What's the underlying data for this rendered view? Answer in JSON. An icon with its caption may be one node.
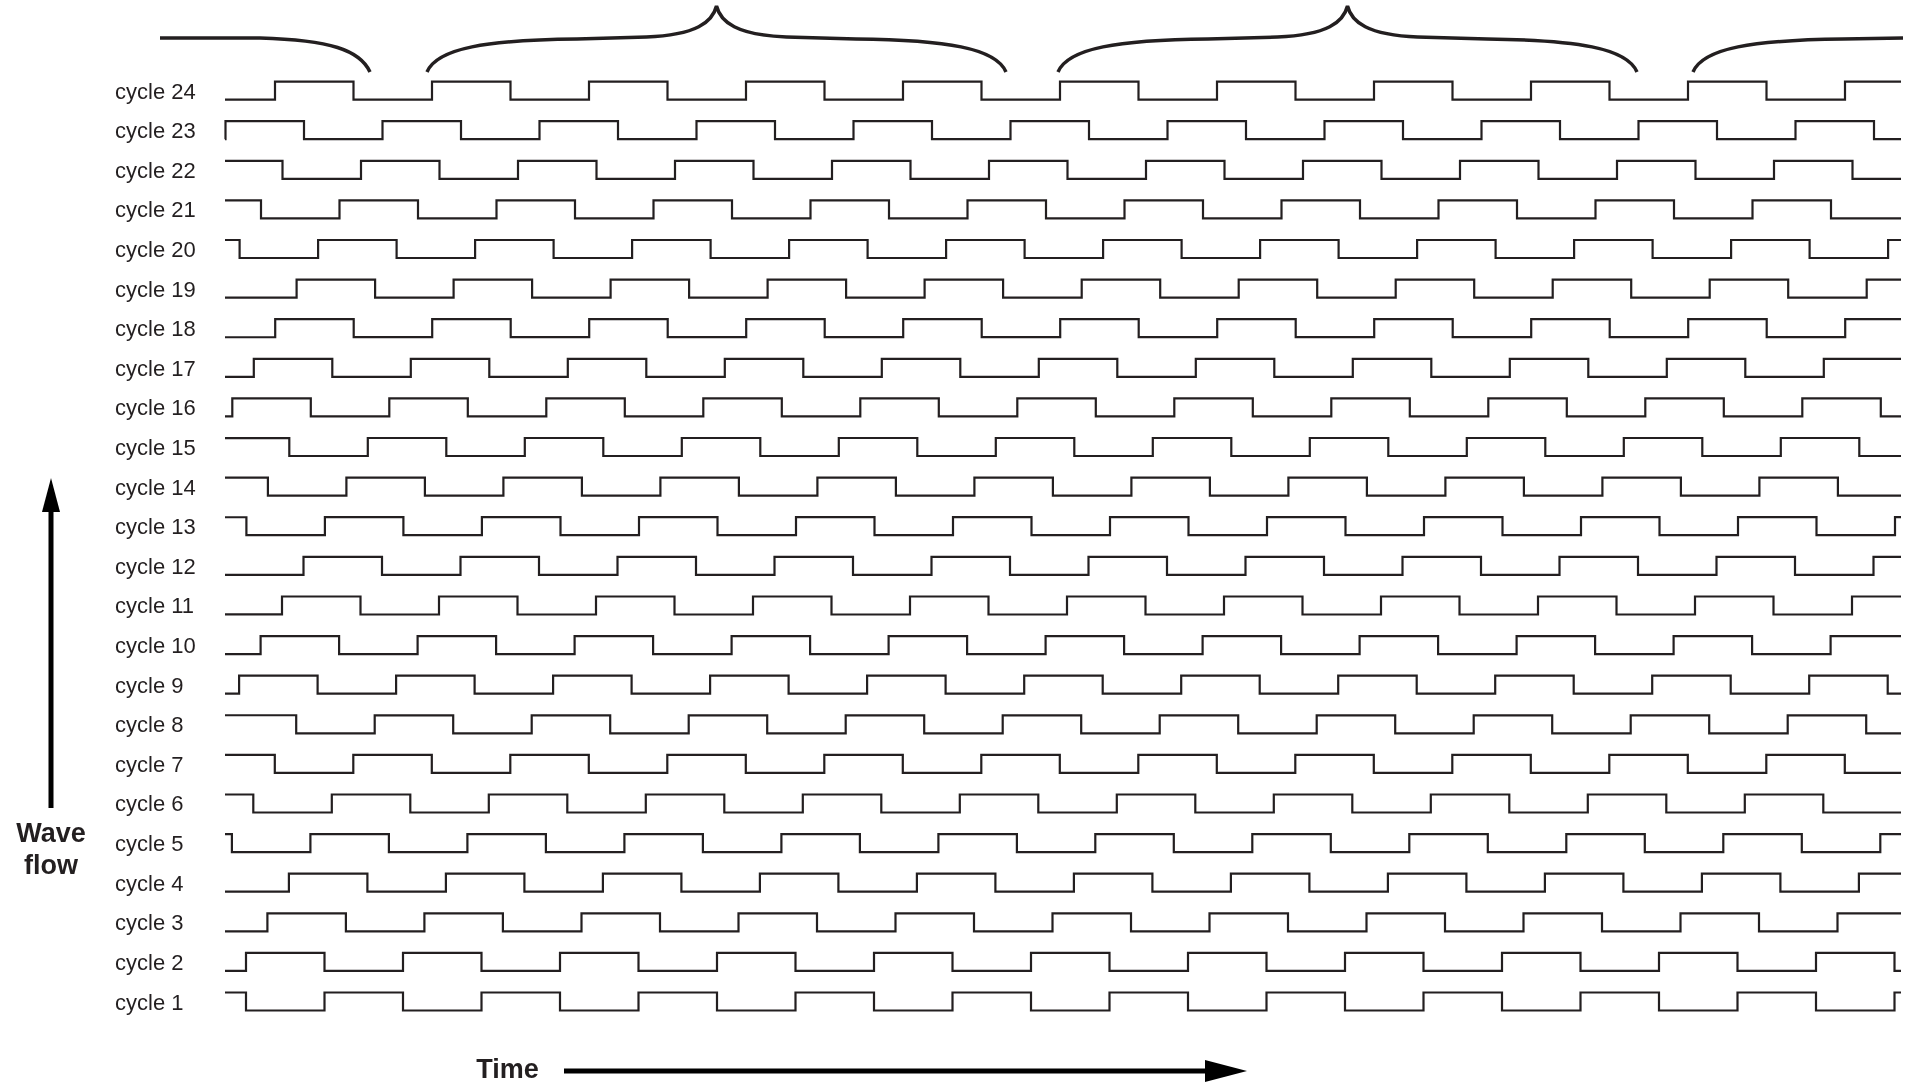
{
  "diagram": {
    "labels": [
      "cycle 24",
      "cycle 23",
      "cycle 22",
      "cycle 21",
      "cycle 20",
      "cycle 19",
      "cycle 18",
      "cycle 17",
      "cycle 16",
      "cycle 15",
      "cycle 14",
      "cycle 13",
      "cycle 12",
      "cycle 11",
      "cycle 10",
      "cycle 9",
      "cycle 8",
      "cycle 7",
      "cycle 6",
      "cycle 5",
      "cycle 4",
      "cycle 3",
      "cycle 2",
      "cycle 1",
      "Wave flow",
      "Time"
    ]
  }
}
